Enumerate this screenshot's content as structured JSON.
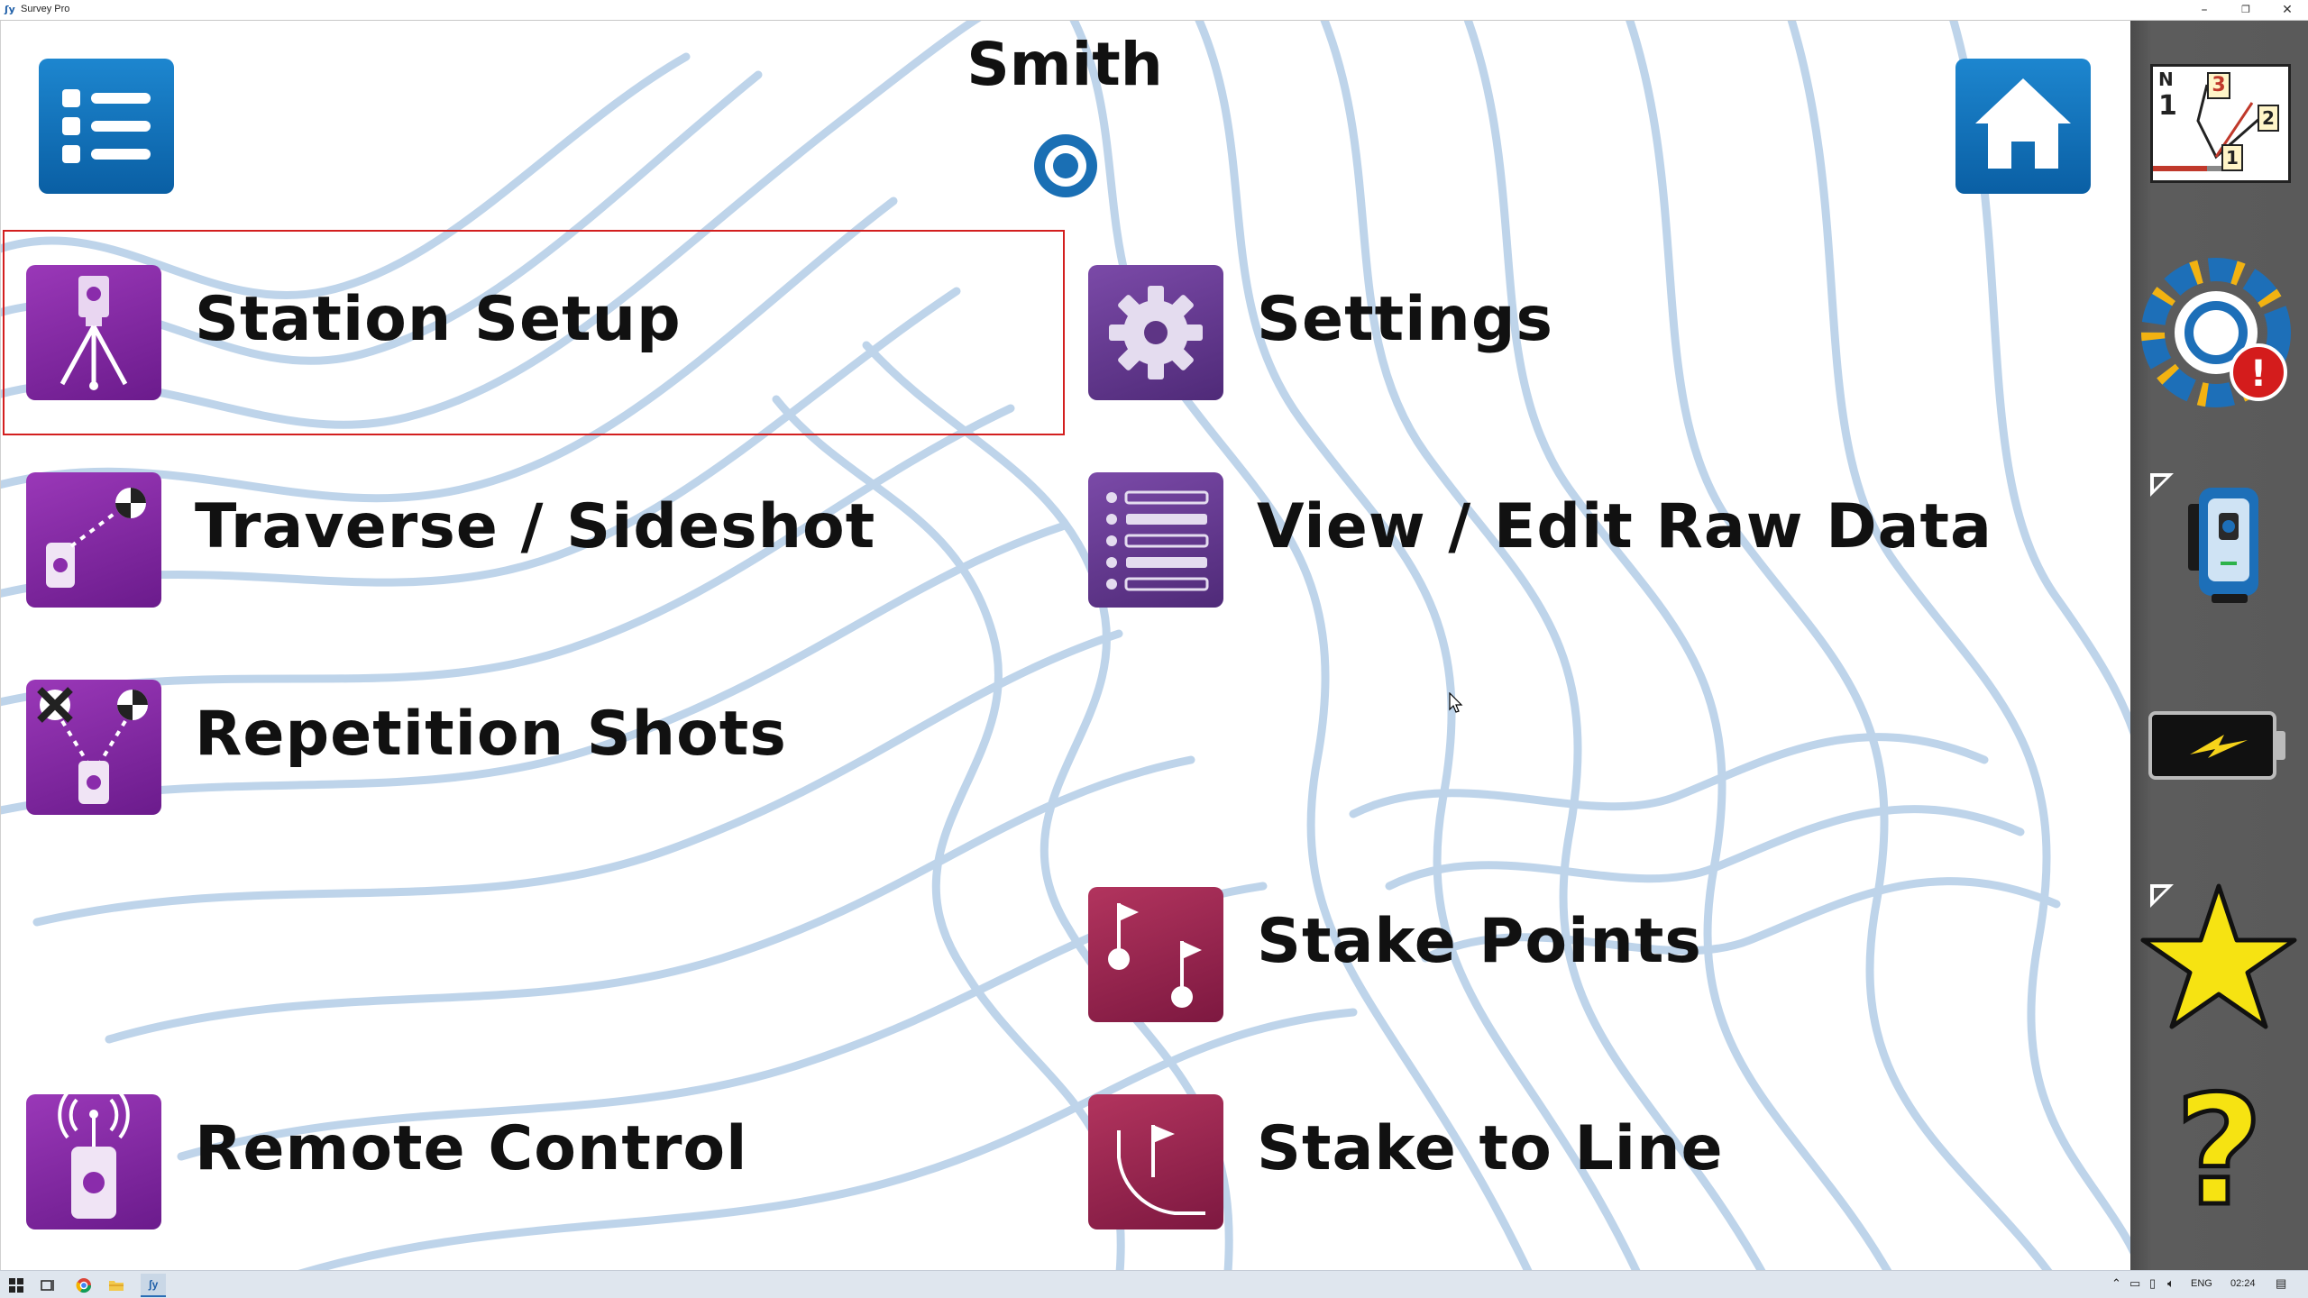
{
  "window": {
    "title": "Survey Pro",
    "app_icon": "survey-pro-icon",
    "controls": {
      "minimize": "–",
      "maximize": "❐",
      "close": "✕"
    }
  },
  "header": {
    "job_name": "Smith",
    "menu_icon": "list-menu-icon",
    "home_icon": "home-icon",
    "page_indicator_icon": "page-dot-icon"
  },
  "tiles": [
    {
      "id": "station-setup",
      "label": "Station Setup",
      "icon": "tripod-instrument-icon",
      "color": "#8a2cab",
      "selected": true
    },
    {
      "id": "settings",
      "label": "Settings",
      "icon": "gear-icon",
      "color": "#5e3585"
    },
    {
      "id": "traverse-sideshot",
      "label": "Traverse / Sideshot",
      "icon": "traverse-icon",
      "color": "#8a2cab"
    },
    {
      "id": "view-edit-raw-data",
      "label": "View / Edit Raw Data",
      "icon": "raw-data-list-icon",
      "color": "#5e3585"
    },
    {
      "id": "repetition-shots",
      "label": "Repetition Shots",
      "icon": "repetition-icon",
      "color": "#8a2cab"
    },
    {
      "id": "stake-points",
      "label": "Stake Points",
      "icon": "stake-flags-icon",
      "color": "#9e2550"
    },
    {
      "id": "remote-control",
      "label": "Remote Control",
      "icon": "remote-radio-icon",
      "color": "#8a2cab"
    },
    {
      "id": "stake-to-line",
      "label": "Stake to Line",
      "icon": "stake-line-icon",
      "color": "#9e2550"
    }
  ],
  "sidebar": {
    "map_labels": {
      "north": "N",
      "n1": "1",
      "p3": "3",
      "p2": "2",
      "p1": "1"
    },
    "items": [
      {
        "id": "map-view",
        "icon": "map-view-icon"
      },
      {
        "id": "status",
        "icon": "settings-warning-icon",
        "alert": "!"
      },
      {
        "id": "instrument",
        "icon": "total-station-icon"
      },
      {
        "id": "battery",
        "icon": "battery-charging-icon"
      },
      {
        "id": "favorites",
        "icon": "star-icon"
      },
      {
        "id": "help",
        "icon": "help-icon",
        "glyph": "?"
      }
    ]
  },
  "taskbar": {
    "tray": {
      "lang": "ENG",
      "time": "02:24"
    }
  },
  "colors": {
    "accent_blue": "#0f6cb3",
    "selection_red": "#d31f1f",
    "sidebar_gray": "#595959"
  }
}
